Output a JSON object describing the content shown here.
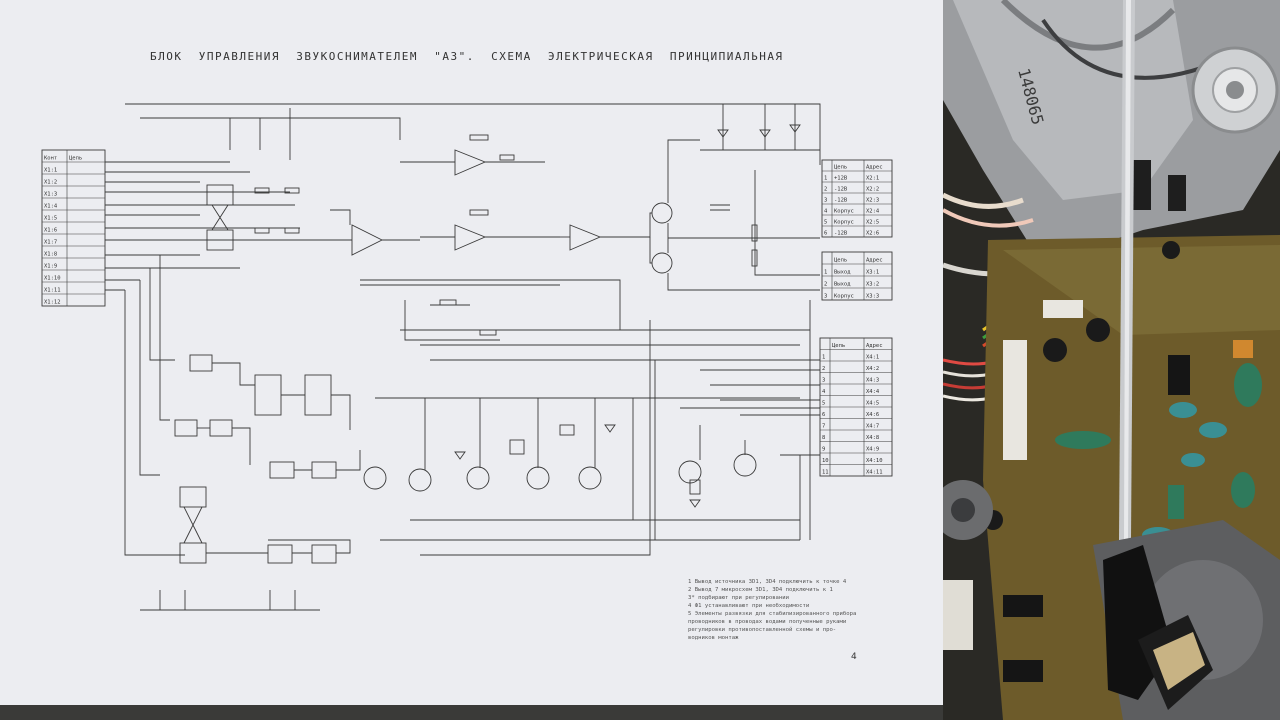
{
  "title": "БЛОК  УПРАВЛЕНИЯ  ЗВУКОСНИМАТЕЛЕМ  \"А3\".  СХЕМА  ЭЛЕКТРИЧЕСКАЯ  ПРИНЦИПИАЛЬНАЯ",
  "page_number": "4",
  "left_connector": {
    "header": [
      "Конт",
      "Цепь"
    ],
    "rows": [
      "Х1:1",
      "Х1:2",
      "Х1:3",
      "Х1:4",
      "Х1:5",
      "Х1:6",
      "Х1:7",
      "Х1:8",
      "Х1:9",
      "Х1:10",
      "Х1:11",
      "Х1:12"
    ]
  },
  "right_connector_top": {
    "header": [
      "Цепь",
      "Адрес"
    ],
    "rows": [
      [
        "1",
        "+12В",
        "Х2:1"
      ],
      [
        "2",
        "-12В",
        "Х2:2"
      ],
      [
        "3",
        "-12В",
        "Х2:3"
      ],
      [
        "4",
        "Корпус",
        "Х2:4"
      ],
      [
        "5",
        "Корпус",
        "Х2:5"
      ],
      [
        "6",
        "-12В",
        "Х2:6"
      ]
    ]
  },
  "right_connector_mid": {
    "header": [
      "Цепь",
      "Адрес"
    ],
    "rows": [
      [
        "1",
        "Выход",
        "Х3:1"
      ],
      [
        "2",
        "Выход",
        "Х3:2"
      ],
      [
        "3",
        "Корпус",
        "Х3:3"
      ]
    ]
  },
  "right_connector_bottom": {
    "header": [
      "Цепь",
      "Адрес"
    ],
    "rows": [
      [
        "1",
        "",
        "Х4:1"
      ],
      [
        "2",
        "",
        "Х4:2"
      ],
      [
        "3",
        "",
        "Х4:3"
      ],
      [
        "4",
        "",
        "Х4:4"
      ],
      [
        "5",
        "",
        "Х4:5"
      ],
      [
        "6",
        "",
        "Х4:6"
      ],
      [
        "7",
        "",
        "Х4:7"
      ],
      [
        "8",
        "",
        "Х4:8"
      ],
      [
        "9",
        "",
        "Х4:9"
      ],
      [
        "10",
        "",
        "Х4:10"
      ],
      [
        "11",
        "",
        "Х4:11"
      ]
    ]
  },
  "notes": [
    "1 Вывод источника 3D1, 3D4 подключить к точке 4",
    "2 Вывод 7 микросхем 3D1, 3D4 подключить к 1",
    "3* подбирают при регулировании",
    "4 Ф1 устанавливают при необходимости",
    "5 Элементы развязки для стабилизированного прибора",
    "  проводников в проводах водами полученные руками",
    "  регулировки противопоставленной схемы и про-",
    "  водников монтаж"
  ],
  "board_marking": "148065",
  "colors": {
    "paper": "#ecedf1",
    "ink": "#3a3a3a",
    "pcb": "#6d5b2a",
    "component_green": "#2f7a5c",
    "background": "#2c2b27"
  }
}
